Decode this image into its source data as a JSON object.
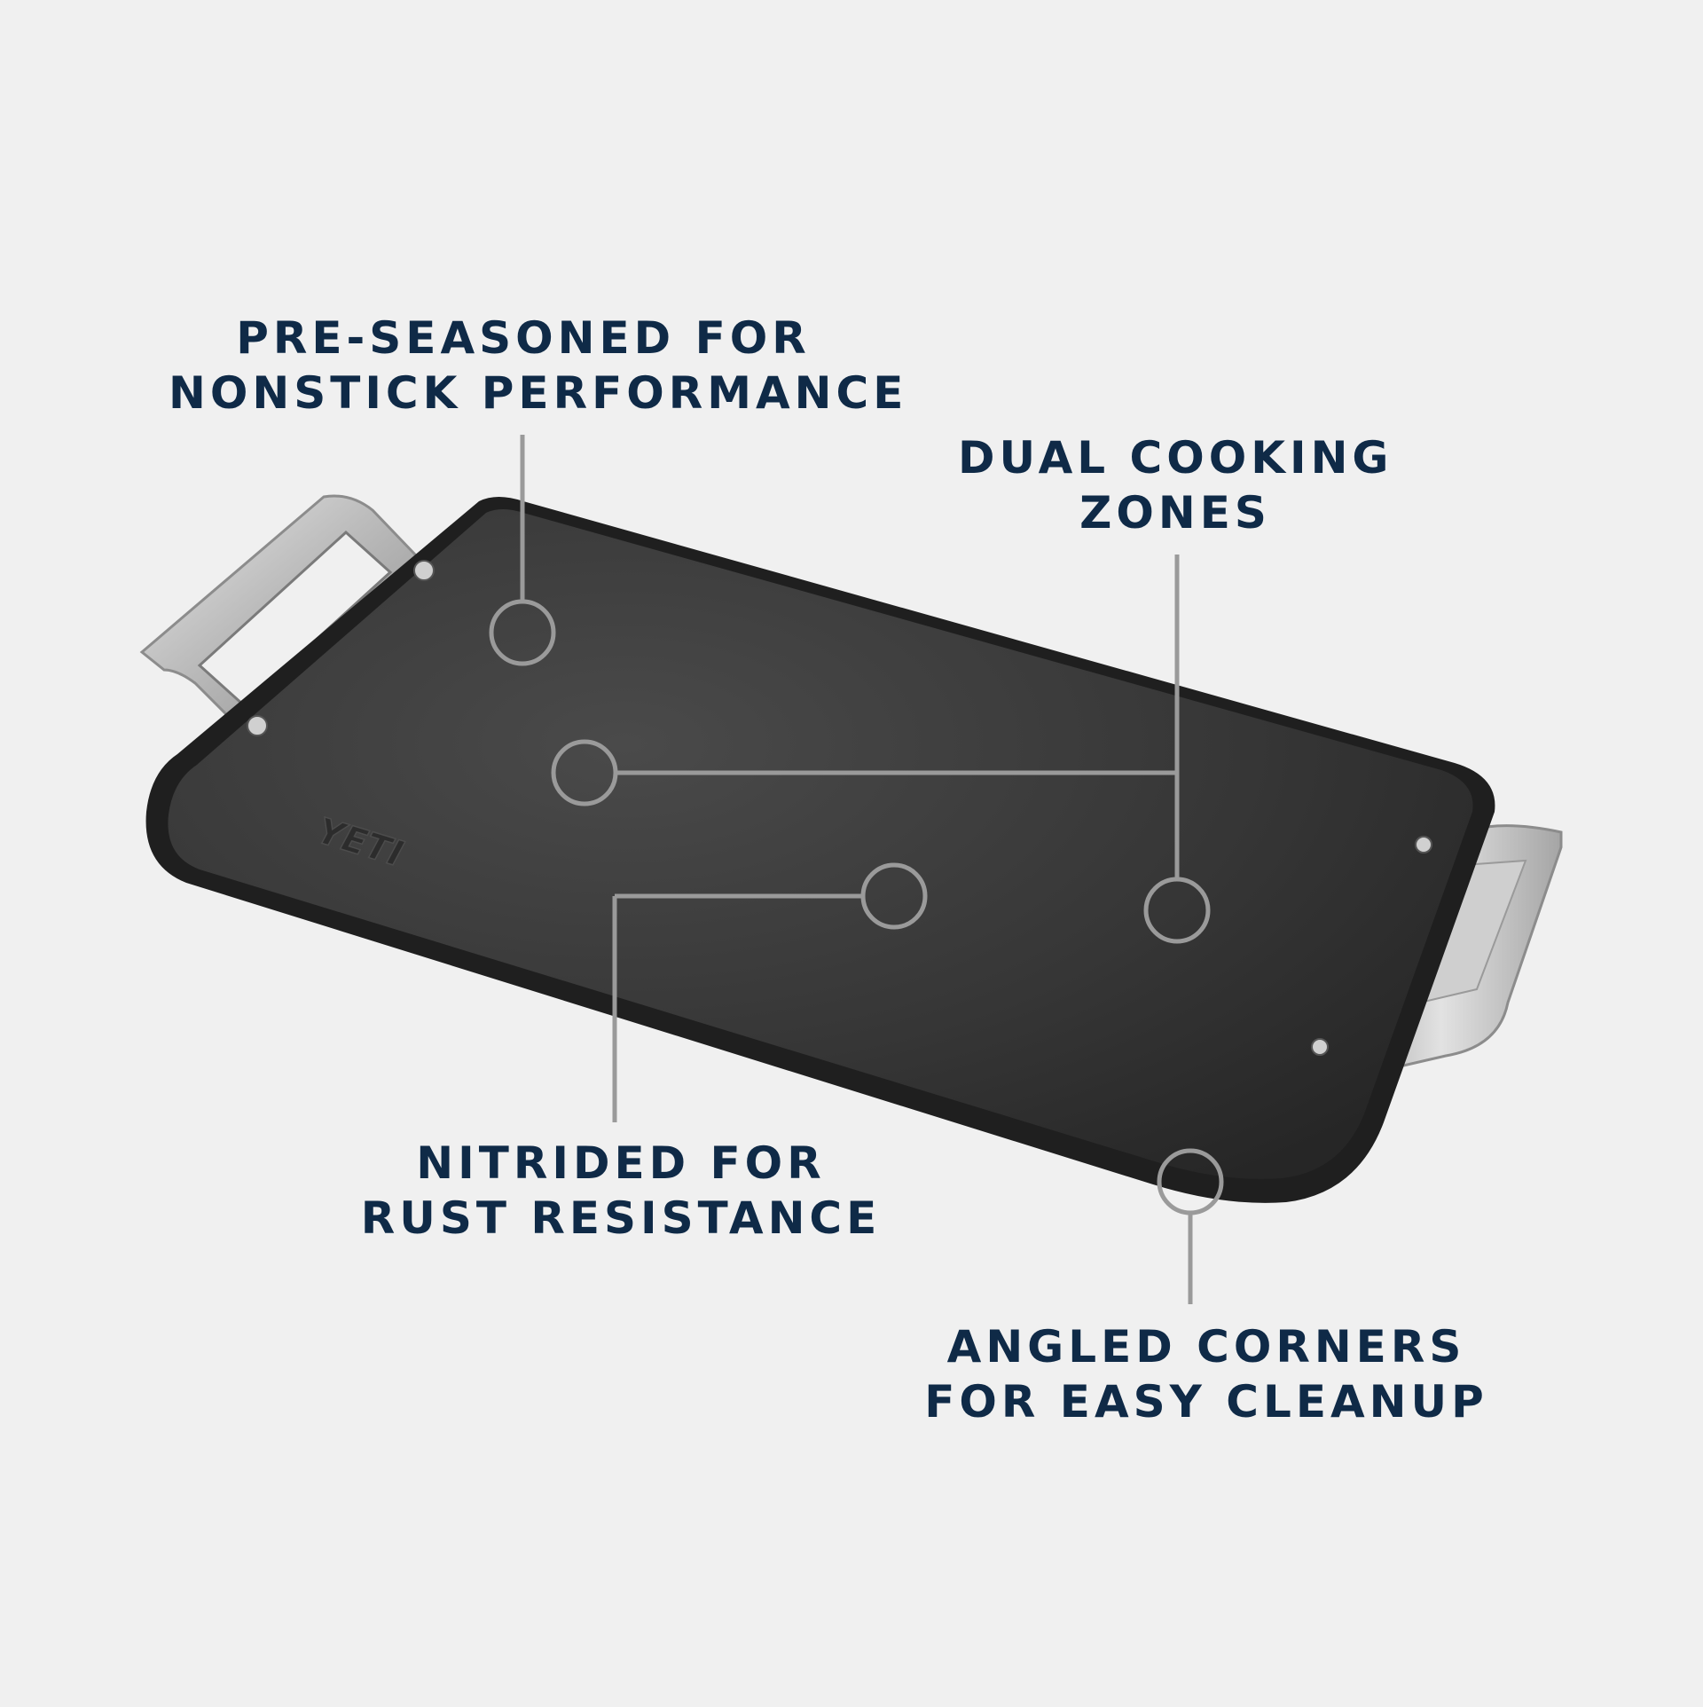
{
  "callouts": {
    "preseason": {
      "line1": "PRE-SEASONED FOR",
      "line2": "NONSTICK PERFORMANCE"
    },
    "dual_zones": {
      "line1": "DUAL COOKING",
      "line2": "ZONES"
    },
    "nitrided": {
      "line1": "NITRIDED FOR",
      "line2": "RUST RESISTANCE"
    },
    "angled": {
      "line1": "ANGLED CORNERS",
      "line2": "FOR EASY CLEANUP"
    }
  },
  "brand_mark": "YETI",
  "colors": {
    "background": "#f0f0f0",
    "text": "#0f2a47",
    "griddle": "#3a3a3a",
    "handle": "#c8c8c8",
    "callout_line": "#9a9a9a"
  }
}
